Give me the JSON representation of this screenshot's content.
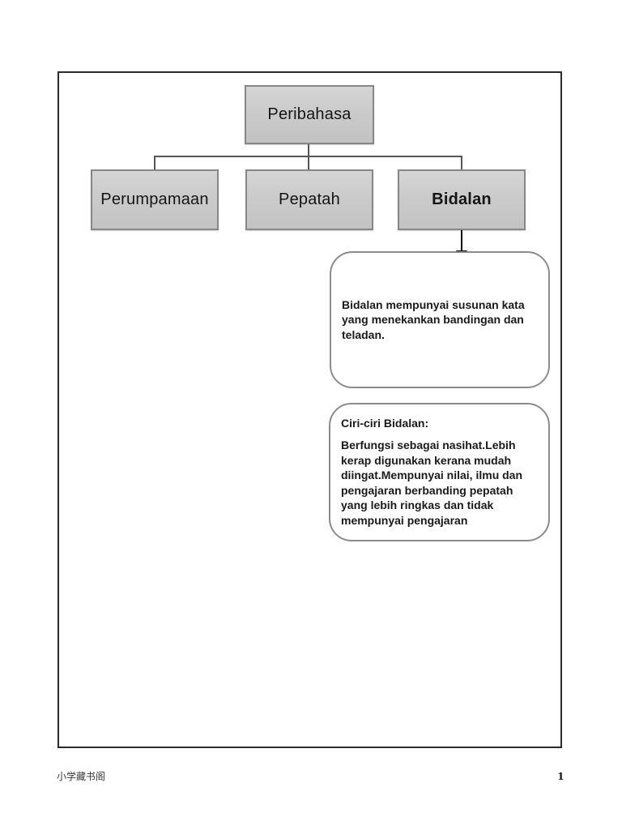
{
  "document": {
    "footer": {
      "watermark": "小学藏书阁",
      "page_number": "1"
    }
  },
  "diagram": {
    "root_label": "Peribahasa",
    "children": [
      {
        "label": "Perumpamaan"
      },
      {
        "label": "Pepatah"
      },
      {
        "label": "Bidalan"
      }
    ],
    "callout_definition": {
      "text": "Bidalan mempunyai susunan kata yang menekankan bandingan dan teladan."
    },
    "callout_characteristics": {
      "heading": "Ciri-ciri Bidalan:",
      "body": "Berfungsi sebagai nasihat.Lebih kerap digunakan kerana mudah diingat.Mempunyai nilai, ilmu dan pengajaran berbanding pepatah yang lebih ringkas dan tidak mempunyai pengajaran"
    },
    "colors": {
      "node_fill": "#cbcbcb",
      "node_border": "#878787",
      "connector": "#565656",
      "arrow": "#000000",
      "callout_border": "#8c8c8c",
      "page_border": "#2b2b2b"
    }
  }
}
